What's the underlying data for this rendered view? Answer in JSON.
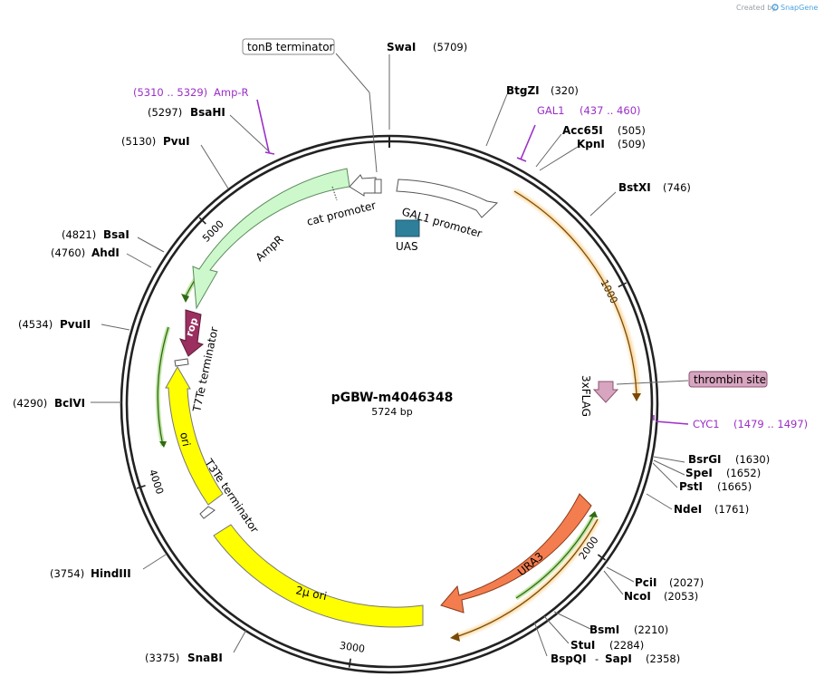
{
  "map": {
    "name": "pGBW-m4046348",
    "length_label": "5724 bp",
    "total_bp": 5724,
    "watermark_prefix": "Created by",
    "watermark_brand": "SnapGene"
  },
  "ruler_ticks": [
    {
      "bp": 1000,
      "label": "1000"
    },
    {
      "bp": 2000,
      "label": "2000"
    },
    {
      "bp": 3000,
      "label": "3000"
    },
    {
      "bp": 4000,
      "label": "4000"
    },
    {
      "bp": 5000,
      "label": "5000"
    }
  ],
  "restriction_sites": [
    {
      "name": "SwaI",
      "pos": "(5709)"
    },
    {
      "name": "BtgZI",
      "pos": "(320)"
    },
    {
      "name": "Acc65I",
      "pos": "(505)"
    },
    {
      "name": "KpnI",
      "pos": "(509)"
    },
    {
      "name": "BstXI",
      "pos": "(746)"
    },
    {
      "name": "BsrGI",
      "pos": "(1630)"
    },
    {
      "name": "SpeI",
      "pos": "(1652)"
    },
    {
      "name": "PstI",
      "pos": "(1665)"
    },
    {
      "name": "NdeI",
      "pos": "(1761)"
    },
    {
      "name": "PciI",
      "pos": "(2027)"
    },
    {
      "name": "NcoI",
      "pos": "(2053)"
    },
    {
      "name": "BsmI",
      "pos": "(2210)"
    },
    {
      "name": "StuI",
      "pos": "(2284)"
    },
    {
      "name": "BspQI",
      "pos": "(2358)"
    },
    {
      "name": "SapI",
      "pos": ""
    },
    {
      "name": "SnaBI",
      "pos": "(3375)"
    },
    {
      "name": "HindIII",
      "pos": "(3754)"
    },
    {
      "name": "BclVI",
      "pos": "(4290)"
    },
    {
      "name": "PvuII",
      "pos": "(4534)"
    },
    {
      "name": "AhdI",
      "pos": "(4760)"
    },
    {
      "name": "BsaI",
      "pos": "(4821)"
    },
    {
      "name": "PvuI",
      "pos": "(5130)"
    },
    {
      "name": "BsaHI",
      "pos": "(5297)"
    }
  ],
  "separator": "-",
  "primers": [
    {
      "name": "Amp-R",
      "range": "(5310 .. 5329)"
    },
    {
      "name": "GAL1",
      "range": "(437 .. 460)"
    },
    {
      "name": "CYC1",
      "range": "(1479 .. 1497)"
    }
  ],
  "boxed_labels": {
    "tonb": "tonB terminator",
    "thrombin": "thrombin site"
  },
  "features": [
    {
      "name": "GAL1 promoter",
      "color": "#ffffff"
    },
    {
      "name": "UAS",
      "color": "#2e7f99"
    },
    {
      "name": "3xFLAG",
      "color": "#d8a5c0"
    },
    {
      "name": "URA3",
      "color": "#f47d4f"
    },
    {
      "name": "2μ ori",
      "color": "#ffff00"
    },
    {
      "name": "T3Te terminator",
      "color": "#ffffff"
    },
    {
      "name": "ori",
      "color": "#ffff00"
    },
    {
      "name": "T7Te terminator",
      "color": "#ffffff"
    },
    {
      "name": "rop",
      "color": "#9b2f5f"
    },
    {
      "name": "AmpR",
      "color": "#ccf8cc"
    },
    {
      "name": "cat promoter",
      "color": "#ffffff"
    }
  ],
  "colors": {
    "primer": "#9b2fc7",
    "orf_orange": "#f5a623",
    "orf_green": "#3f8f1a",
    "backbone": "#222222"
  }
}
